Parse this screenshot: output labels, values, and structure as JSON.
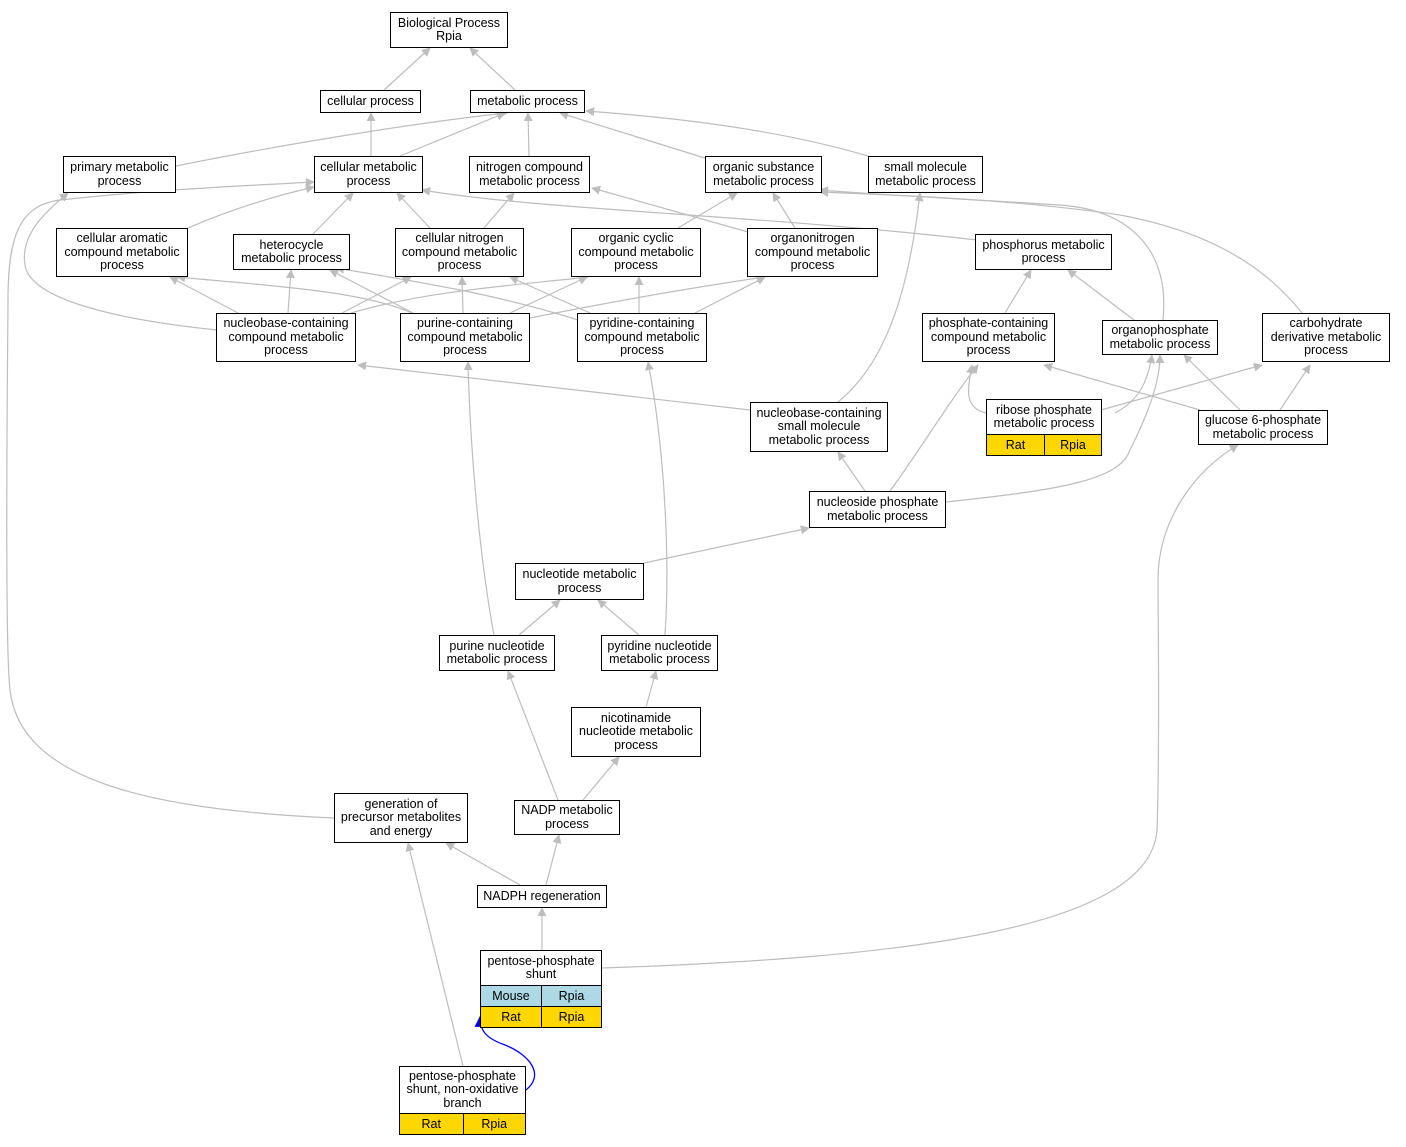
{
  "colors": {
    "edge": "#bdbdbd",
    "highlight_edge": "#0000ff",
    "rat_fill": "#ffd700",
    "mouse_fill": "#add8e6",
    "node_border": "#000000"
  },
  "nodes": {
    "bp": "Biological Process\nRpia",
    "cellular": "cellular process",
    "metabolic": "metabolic process",
    "primary": "primary metabolic\nprocess",
    "cellmet": "cellular metabolic\nprocess",
    "nitrogen": "nitrogen compound\nmetabolic process",
    "orgsub": "organic substance\nmetabolic process",
    "smallmol": "small molecule\nmetabolic process",
    "cellarom": "cellular aromatic\ncompound metabolic\nprocess",
    "hetero": "heterocycle\nmetabolic process",
    "cellnitro": "cellular nitrogen\ncompound metabolic\nprocess",
    "orgcyclic": "organic cyclic\ncompound metabolic\nprocess",
    "organonitro": "organonitrogen\ncompound metabolic\nprocess",
    "phosphorus": "phosphorus metabolic\nprocess",
    "nucbase": "nucleobase-containing\ncompound metabolic\nprocess",
    "purinecont": "purine-containing\ncompound metabolic\nprocess",
    "pyridinecont": "pyridine-containing\ncompound metabolic\nprocess",
    "phoscont": "phosphate-containing\ncompound metabolic\nprocess",
    "organophos": "organophosphate\nmetabolic process",
    "carbderiv": "carbohydrate\nderivative metabolic\nprocess",
    "nucbasesmall": "nucleobase-containing\nsmall molecule\nmetabolic process",
    "ribose": "ribose phosphate\nmetabolic process",
    "glucose6p": "glucose 6-phosphate\nmetabolic process",
    "nucleoside": "nucleoside phosphate\nmetabolic process",
    "nucleotide": "nucleotide metabolic\nprocess",
    "purinenuc": "purine nucleotide\nmetabolic process",
    "pyridinenuc": "pyridine nucleotide\nmetabolic process",
    "nicotinamide": "nicotinamide\nnucleotide metabolic\nprocess",
    "genprec": "generation of\nprecursor metabolites\nand energy",
    "nadp": "NADP metabolic\nprocess",
    "nadph": "NADPH regeneration",
    "pps": "pentose-phosphate\nshunt",
    "ppsnon": "pentose-phosphate\nshunt, non-oxidative\nbranch"
  },
  "annotations": {
    "ribose": [
      [
        "Rat",
        "Rpia"
      ]
    ],
    "pps": [
      [
        "Mouse",
        "Rpia"
      ],
      [
        "Rat",
        "Rpia"
      ]
    ],
    "ppsnon": [
      [
        "Rat",
        "Rpia"
      ]
    ]
  }
}
